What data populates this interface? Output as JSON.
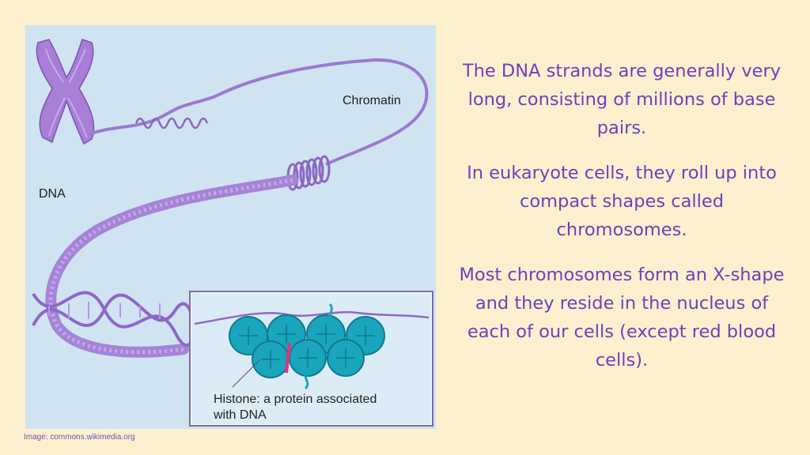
{
  "figure": {
    "labels": {
      "chromatin": "Chromatin",
      "dna": "DNA",
      "histone": "Histone: a protein associated\nwith DNA"
    },
    "colors": {
      "background": "#cfe4f0",
      "strand": "#9b7ad0",
      "histone": "#19a5bb",
      "accent": "#e0357a"
    }
  },
  "credit": "Image: commons.wikimedia.org",
  "paragraphs": [
    "The DNA strands are generally very long, consisting of millions of base pairs.",
    "In eukaryote cells, they roll up into compact shapes called chromosomes.",
    "Most chromosomes form an X-shape and they reside in the nucleus of each of our cells (except red blood cells)."
  ]
}
